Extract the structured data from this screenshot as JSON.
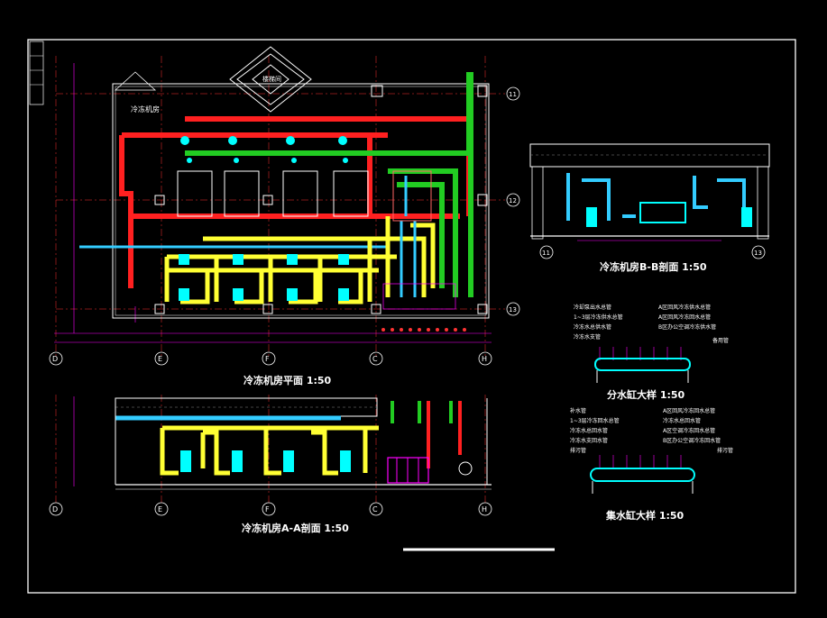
{
  "drawing": {
    "plan_title": "冷冻机房平面 1:50",
    "section_aa_title": "冷冻机房A-A剖面 1:50",
    "section_bb_title": "冷冻机房B-B剖面 1:50",
    "distributor_title": "分水缸大样 1:50",
    "collector_title": "集水缸大样 1:50",
    "room_label": "冷冻机房",
    "stair_label": "楼梯间",
    "grid_letters": [
      "D",
      "E",
      "F",
      "C",
      "H"
    ],
    "grid_numbers": [
      "11",
      "12",
      "13"
    ],
    "section_bb_grids": [
      "11",
      "13"
    ],
    "distributor_labels": [
      "冷却泵出水总管",
      "1~3层冷冻供水总管",
      "冷冻水总供水管",
      "冷冻水支管",
      "A区回风冷冻供水总管",
      "A区回风冷冻回水总管",
      "B区办公空调冷冻供水管",
      "备用管"
    ],
    "collector_labels": [
      "补水管",
      "1~3层冷冻回水总管",
      "冷冻水总回水管",
      "冷冻水支回水管",
      "排污管",
      "A区回风冷冻回水总管",
      "冷冻水总回水管",
      "A区空调冷冻回水总管",
      "B区办公空调冷冻回水管",
      "排污管"
    ]
  },
  "colors": {
    "background": "#000000",
    "chilled_supply": "#ff2020",
    "chilled_return": "#22cc22",
    "cooling_water": "#ffff33",
    "makeup": "#33ccff",
    "equipment": "#00ffff",
    "outline": "#ffffff",
    "text": "#ffffff",
    "dim": "#ff00ff"
  }
}
